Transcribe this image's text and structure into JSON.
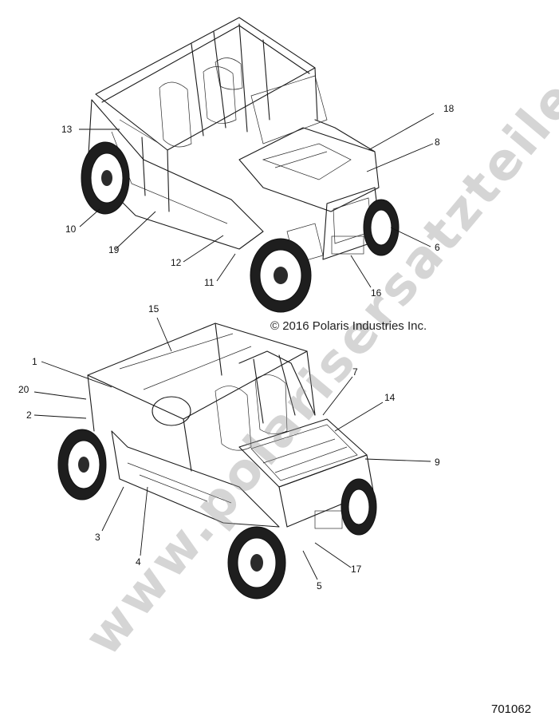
{
  "copyright": "© 2016 Polaris Industries Inc.",
  "figure_number": "701062",
  "watermark": "www.polarisersatzteile.de",
  "callouts": {
    "c1": "1",
    "c2": "2",
    "c3": "3",
    "c4": "4",
    "c5": "5",
    "c6": "6",
    "c7": "7",
    "c8": "8",
    "c9": "9",
    "c10": "10",
    "c11": "11",
    "c12": "12",
    "c13": "13",
    "c14": "14",
    "c15": "15",
    "c16": "16",
    "c17": "17",
    "c18": "18",
    "c19": "19",
    "c20": "20"
  }
}
